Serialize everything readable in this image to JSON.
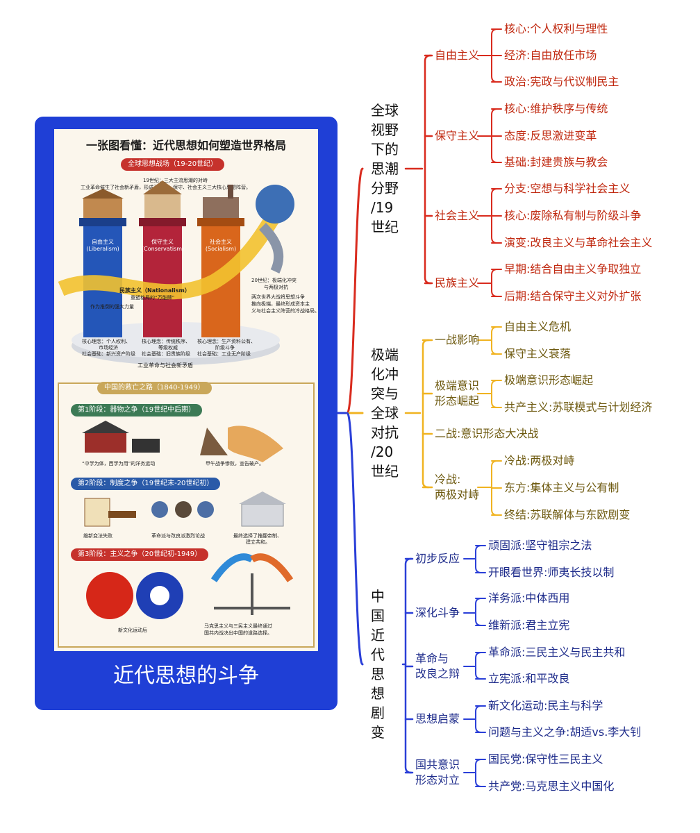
{
  "card": {
    "caption": "近代思想的斗争",
    "poster": {
      "title": "一张图看懂：近代思想如何塑造世界格局",
      "section1": {
        "pill": "全球思想战场（19-20世纪）",
        "intro1": "19世纪：三大主流思潮的对峙",
        "intro2": "工业革命催生了社会新矛盾，形成了自由、保守、社会主义三大核心思想阵营。",
        "pillars": [
          {
            "name": "自由主义",
            "en": "(Liberalism)",
            "note1": "核心理念：个人权利、",
            "note2": "市场经济",
            "note3": "社会基础：新兴资产阶级",
            "color": "#2456b8"
          },
          {
            "name": "保守主义",
            "en": "(Conservatism)",
            "note1": "核心理念：传统秩序、",
            "note2": "等级权威",
            "note3": "社会基础：旧贵族阶级",
            "color": "#b3243a"
          },
          {
            "name": "社会主义",
            "en": "(Socialism)",
            "note1": "核心理念：生产资料公有、",
            "note2": "阶级斗争",
            "note3": "社会基础：工业无产阶级",
            "color": "#d9661c"
          }
        ],
        "ribbon_title": "民族主义（Nationalism）",
        "ribbon_sub": "重塑格局的“万能牌”",
        "ribbon_note": "作为推倒的强大力量",
        "right1": "20世纪：极端化冲突",
        "right2": "与两极对抗",
        "right3": "两次世界大战将思想斗争",
        "right4": "推向极端，最终形成资本主",
        "right5": "义与社会主义阵营的冷战格局。",
        "base": "工业革命与社会新矛盾"
      },
      "section2": {
        "pill": "中国的救亡之路（1840-1949）",
        "stage1": "第1阶段：器物之争（19世纪中后期）",
        "cap1a": "“中学为体，西学为用”的洋务运动",
        "cap1b": "甲午战争惨败，宣告破产。",
        "stage2": "第2阶段：制度之争（19世纪末-20世纪初）",
        "cap2a": "维新变法失败",
        "cap2b": "革命派与改良派激烈论战",
        "cap2c": "最终选择了推翻帝制、",
        "cap2d": "建立共和。",
        "stage3": "第3阶段：主义之争（20世纪初-1949）",
        "cap3a": "新文化运动后",
        "cap3b": "马克思主义与三民主义最终通过",
        "cap3c": "国共内战决出中国的道路选择。"
      }
    }
  },
  "mindmap": {
    "branches": [
      {
        "label": "全球视野下的思潮分野/19世纪",
        "chars": [
          "全球",
          "视野",
          "下的",
          "思潮",
          "分野",
          "/19",
          "世纪"
        ],
        "color": "#d92b1e",
        "text_color": "#c0280f",
        "children": [
          {
            "label": "自由主义",
            "leaves": [
              "核心:个人权利与理性",
              "经济:自由放任市场",
              "政治:宪政与代议制民主"
            ]
          },
          {
            "label": "保守主义",
            "leaves": [
              "核心:维护秩序与传统",
              "态度:反思激进变革",
              "基础:封建贵族与教会"
            ]
          },
          {
            "label": "社会主义",
            "leaves": [
              "分支:空想与科学社会主义",
              "核心:废除私有制与阶级斗争",
              "演变:改良主义与革命社会主义"
            ]
          },
          {
            "label": "民族主义",
            "leaves": [
              "早期:结合自由主义争取独立",
              "后期:结合保守主义对外扩张"
            ]
          }
        ]
      },
      {
        "label": "极端化冲突与全球对抗/20世纪",
        "chars": [
          "极端",
          "化冲",
          "突与",
          "全球",
          "对抗",
          "/20",
          "世纪"
        ],
        "color": "#f0b321",
        "text_color": "#6e5a10",
        "children": [
          {
            "label": "一战影响",
            "leaves": [
              "自由主义危机",
              "保守主义衰落"
            ]
          },
          {
            "label": "极端意识形态崛起",
            "lines": [
              "极端意识",
              "形态崛起"
            ],
            "leaves": [
              "极端意识形态崛起",
              "共产主义:苏联模式与计划经济"
            ]
          },
          {
            "label": "二战:意识形态大决战",
            "leaves": []
          },
          {
            "label": "冷战:两极对峙",
            "lines": [
              "冷战:",
              "两极对峙"
            ],
            "leaves": [
              "冷战:两极对峙",
              "东方:集体主义与公有制",
              "终结:苏联解体与东欧剧变"
            ]
          }
        ]
      },
      {
        "label": "中国近代思想剧变",
        "chars": [
          "中",
          "国",
          "近",
          "代",
          "思",
          "想",
          "剧",
          "变"
        ],
        "color": "#2a3fd8",
        "text_color": "#1c2a8a",
        "children": [
          {
            "label": "初步反应",
            "leaves": [
              "顽固派:坚守祖宗之法",
              "开眼看世界:师夷长技以制"
            ]
          },
          {
            "label": "深化斗争",
            "leaves": [
              "洋务派:中体西用",
              "维新派:君主立宪"
            ]
          },
          {
            "label": "革命与改良之辩",
            "lines": [
              "革命与",
              "改良之辩"
            ],
            "leaves": [
              "革命派:三民主义与民主共和",
              "立宪派:和平改良"
            ]
          },
          {
            "label": "思想启蒙",
            "leaves": [
              "新文化运动:民主与科学",
              "问题与主义之争:胡适vs.李大钊"
            ]
          },
          {
            "label": "国共意识形态对立",
            "lines": [
              "国共意识",
              "形态对立"
            ],
            "leaves": [
              "国民党:保守性三民主义",
              "共产党:马克思主义中国化"
            ]
          }
        ]
      }
    ]
  }
}
